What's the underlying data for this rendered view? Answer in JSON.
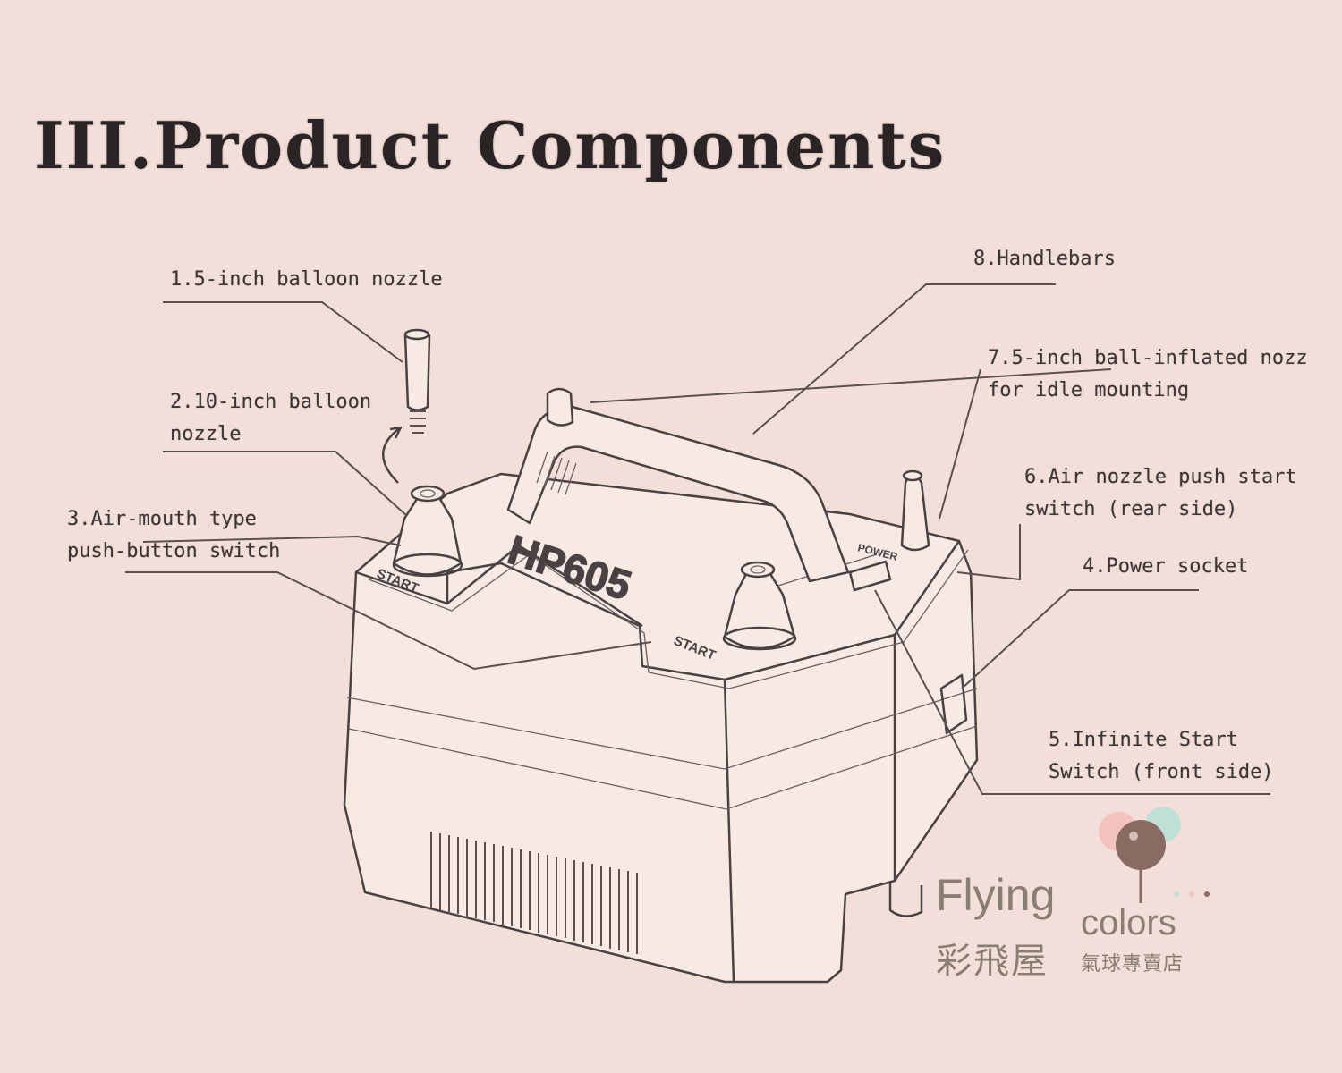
{
  "title": "III.Product Components",
  "labels": {
    "nozzle_5inch": [
      "1.5-inch balloon nozzle"
    ],
    "nozzle_10inch": [
      "2.10-inch balloon",
      "nozzle"
    ],
    "airmouth_switch": [
      "3.Air-mouth type",
      "push-button switch"
    ],
    "power_socket": [
      "4.Power socket"
    ],
    "infinite_switch": [
      "5.Infinite Start",
      "Switch (front side)"
    ],
    "rear_switch": [
      "6.Air nozzle push start",
      "switch (rear side)"
    ],
    "idle_nozzle": [
      "7.5-inch ball-inflated nozz",
      "for idle mounting"
    ],
    "handlebars": [
      "8.Handlebars"
    ]
  },
  "device": {
    "model": "HP605",
    "start_left": "START",
    "start_right": "START",
    "power": "POWER"
  },
  "brand": {
    "name_en_1": "Flying",
    "name_en_2": "colors",
    "name_cn": "彩飛屋",
    "tagline_cn": "氣球專賣店",
    "colors": {
      "pink": "#f2c3bf",
      "mint": "#bfe0d6",
      "brown": "#8a6b64",
      "text": "#8a7d74"
    }
  },
  "colors": {
    "background": "#f3dfd9",
    "ink": "#3c3535"
  }
}
